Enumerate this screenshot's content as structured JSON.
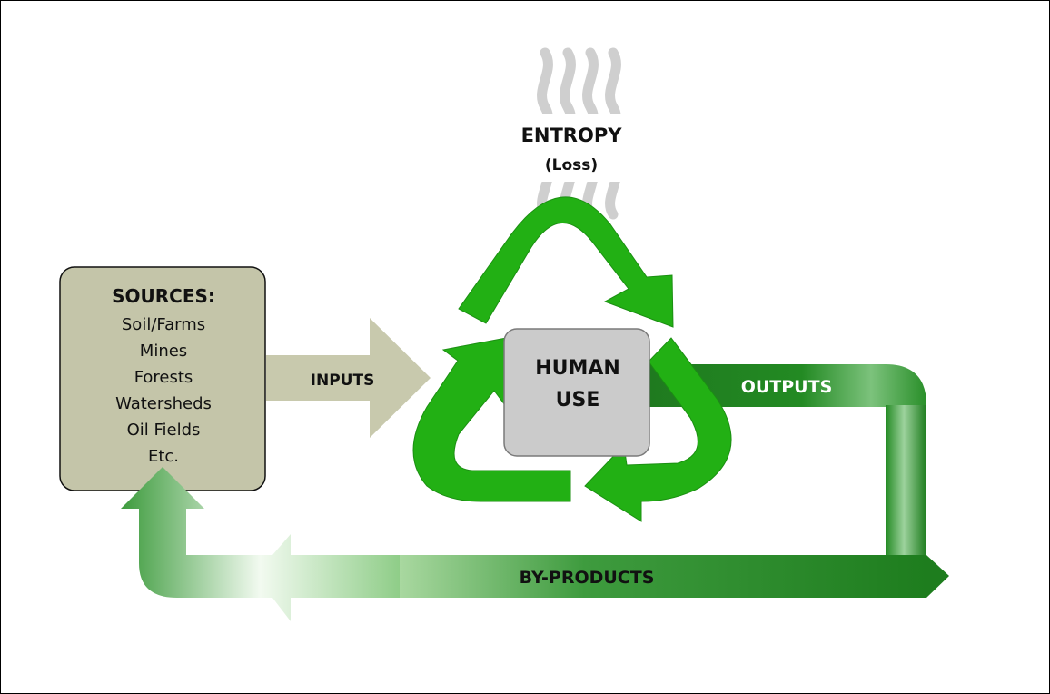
{
  "diagram": {
    "entropy": {
      "title": "ENTROPY",
      "subtitle": "(Loss)"
    },
    "sources": {
      "title": "SOURCES:",
      "items": [
        "Soil/Farms",
        "Mines",
        "Forests",
        "Watersheds",
        "Oil Fields",
        "Etc."
      ]
    },
    "inputs_label": "INPUTS",
    "human_use": {
      "line1": "HUMAN",
      "line2": "USE"
    },
    "outputs_label": "OUTPUTS",
    "byproducts_label": "BY-PRODUCTS"
  },
  "colors": {
    "green": "#22b014",
    "green_dark": "#1e7d1e",
    "sources_fill": "#c4c5a9",
    "inputs_arrow": "#c8c9ad",
    "human_use_fill": "#cbcbcb",
    "steam": "#cfcfcf"
  }
}
